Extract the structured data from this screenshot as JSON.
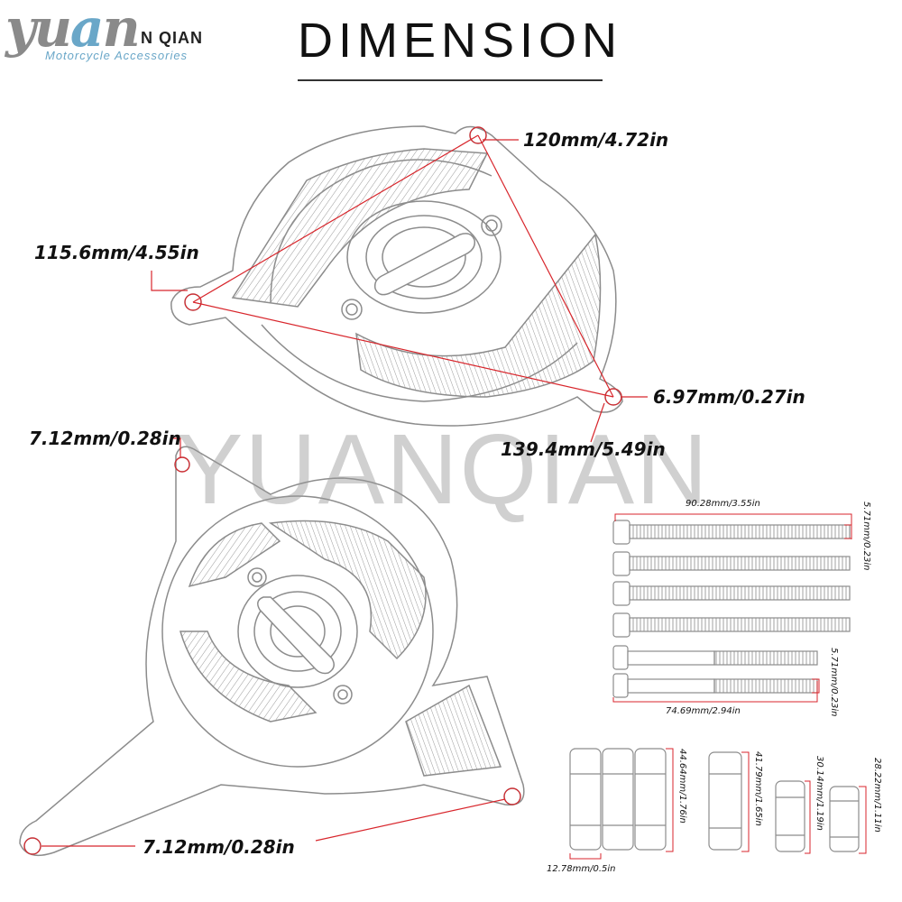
{
  "header": {
    "logo_mark_left": "yu",
    "logo_mark_blue": "a",
    "logo_mark_right": "n",
    "logo_brand": "N QIAN",
    "logo_tagline": "Motorcycle Accessories",
    "title": "DIMENSION"
  },
  "watermark": "YUANQIAN",
  "colors": {
    "dimension_line": "#d8262c",
    "part_outline": "#8c8c8c",
    "accent": "#6aa7c8"
  },
  "dimensions": {
    "hole_spacing_top": "120mm/4.72in",
    "hole_spacing_left": "115.6mm/4.55in",
    "hole_diameter_right": "6.97mm/0.27in",
    "hole_spacing_diagonal": "139.4mm/5.49in",
    "hole_diameter_upper_left": "7.12mm/0.28in",
    "hole_diameter_bottom": "7.12mm/0.28in"
  },
  "bolts": {
    "long_length": "90.28mm/3.55in",
    "long_diameter": "5.71mm/0.23in",
    "short_length": "74.69mm/2.94in",
    "short_diameter": "5.71mm/0.23in"
  },
  "spacers": {
    "spacer1_height": "44.64mm/1.76in",
    "spacer_diameter": "12.78mm/0.5in",
    "spacer2_height": "41.79mm/1.65in",
    "spacer3_height": "30.14mm/1.19in",
    "spacer4_height": "28.22mm/1.11in"
  }
}
